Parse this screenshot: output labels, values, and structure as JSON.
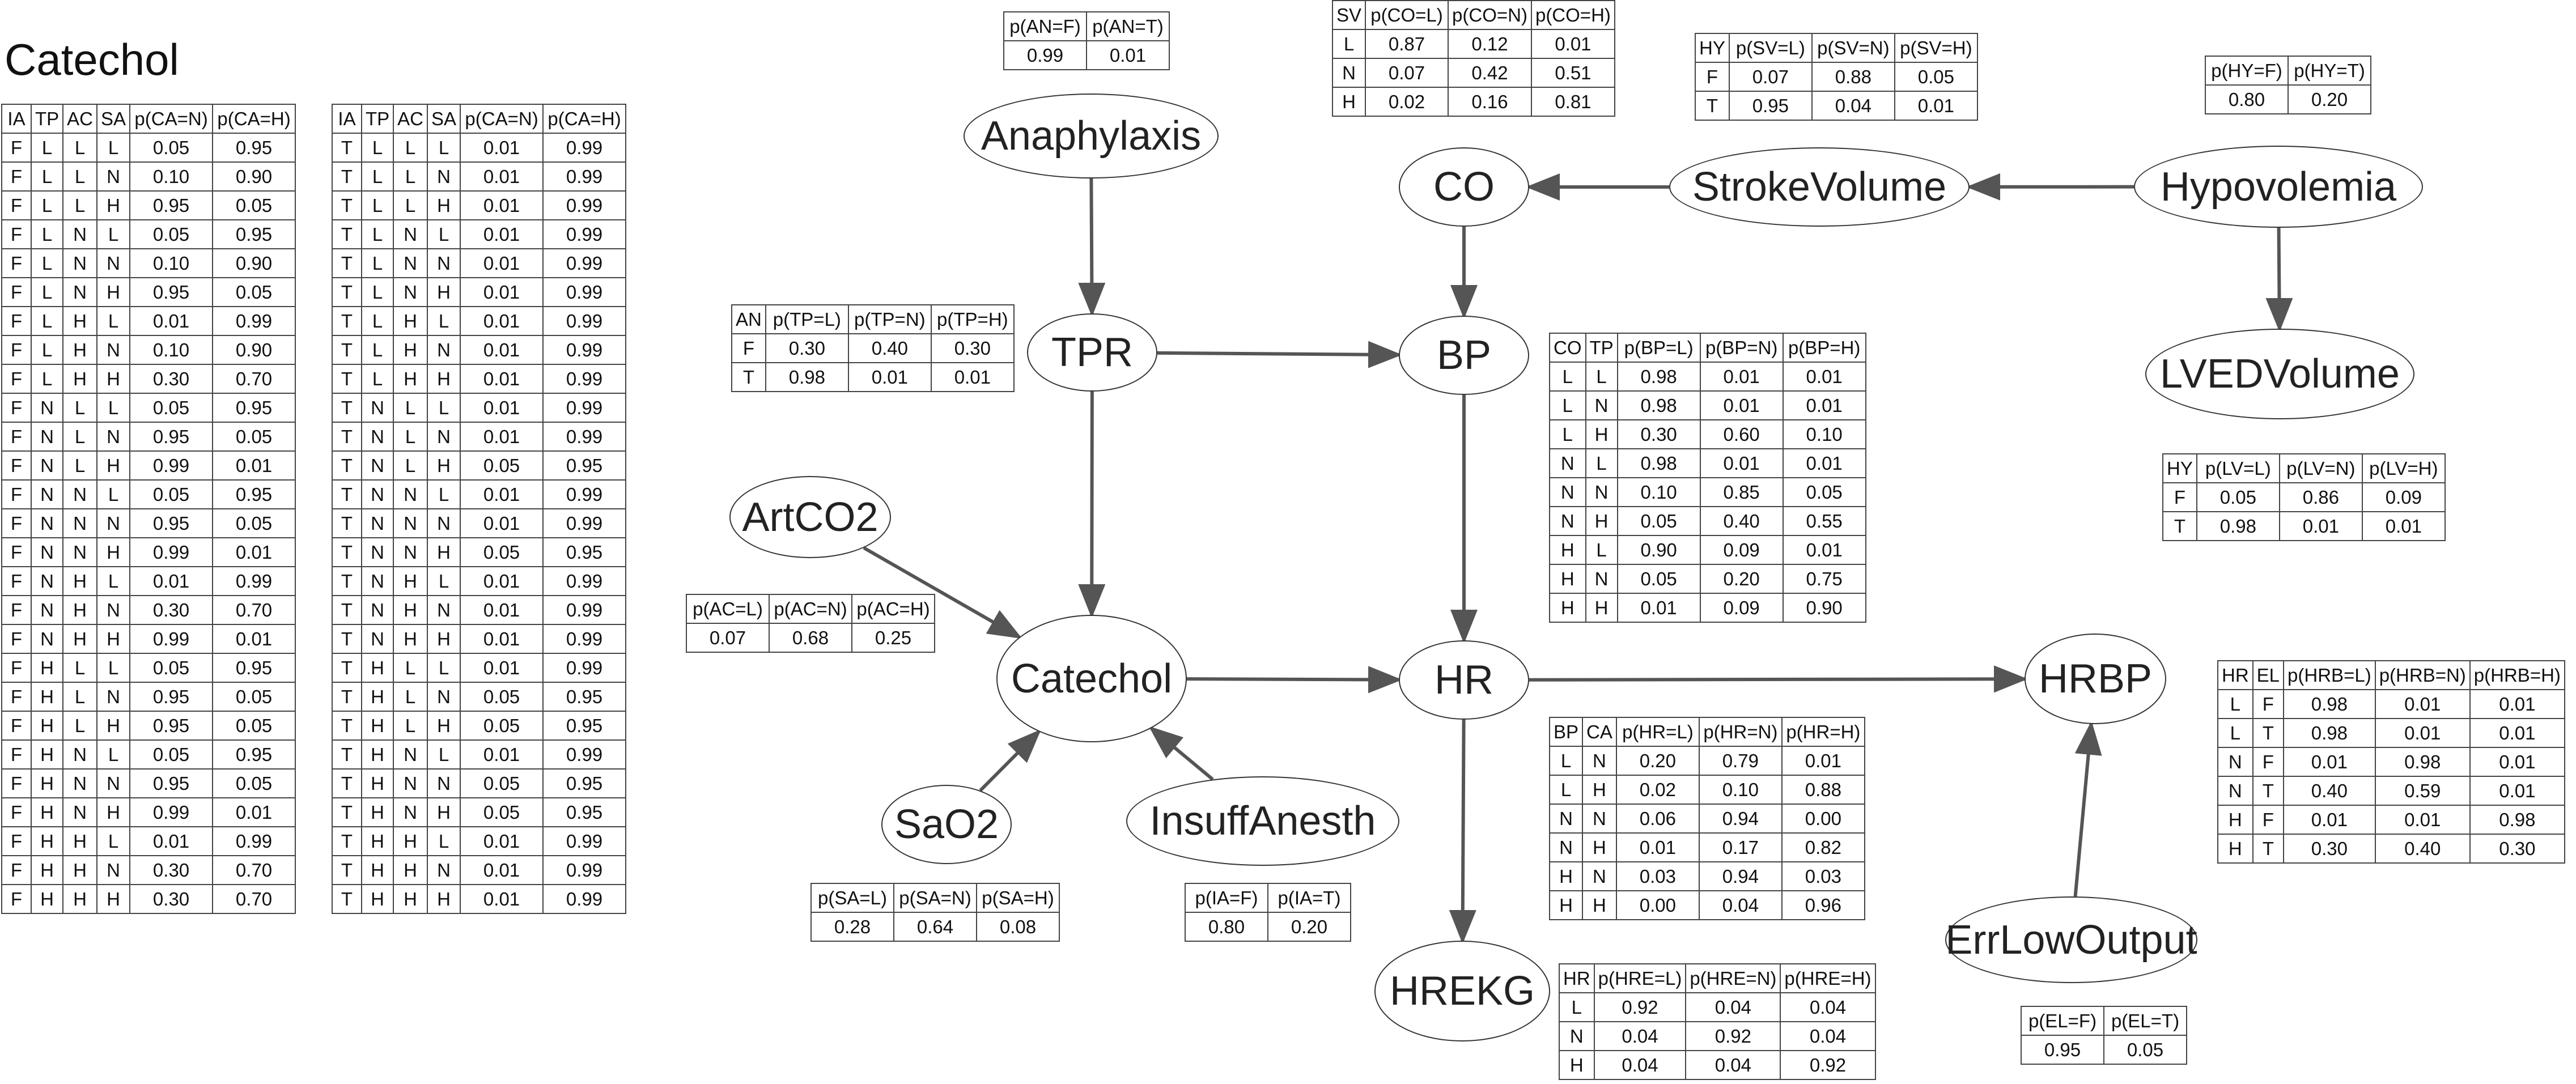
{
  "title": "Catechol",
  "nodes": {
    "anaphylaxis": "Anaphylaxis",
    "tpr": "TPR",
    "artco2": "ArtCO2",
    "catechol": "Catechol",
    "sao2": "SaO2",
    "insuffanesth": "InsuffAnesth",
    "co": "CO",
    "bp": "BP",
    "hr": "HR",
    "hrekg": "HREKG",
    "strokevolume": "StrokeVolume",
    "hypovolemia": "Hypovolemia",
    "lvedvolume": "LVEDVolume",
    "hrbp": "HRBP",
    "errlowoutput": "ErrLowOutput"
  },
  "edges": [
    [
      "Anaphylaxis",
      "TPR"
    ],
    [
      "TPR",
      "BP"
    ],
    [
      "TPR",
      "Catechol"
    ],
    [
      "ArtCO2",
      "Catechol"
    ],
    [
      "SaO2",
      "Catechol"
    ],
    [
      "InsuffAnesth",
      "Catechol"
    ],
    [
      "Catechol",
      "HR"
    ],
    [
      "CO",
      "BP"
    ],
    [
      "BP",
      "HR"
    ],
    [
      "HR",
      "HRBP"
    ],
    [
      "HR",
      "HREKG"
    ],
    [
      "StrokeVolume",
      "CO"
    ],
    [
      "Hypovolemia",
      "StrokeVolume"
    ],
    [
      "Hypovolemia",
      "LVEDVolume"
    ],
    [
      "ErrLowOutput",
      "HRBP"
    ]
  ],
  "tables": {
    "ca1": {
      "header": [
        "IA",
        "TP",
        "AC",
        "SA",
        "p(CA=N)",
        "p(CA=H)"
      ],
      "rows": [
        [
          "F",
          "L",
          "L",
          "L",
          "0.05",
          "0.95"
        ],
        [
          "F",
          "L",
          "L",
          "N",
          "0.10",
          "0.90"
        ],
        [
          "F",
          "L",
          "L",
          "H",
          "0.95",
          "0.05"
        ],
        [
          "F",
          "L",
          "N",
          "L",
          "0.05",
          "0.95"
        ],
        [
          "F",
          "L",
          "N",
          "N",
          "0.10",
          "0.90"
        ],
        [
          "F",
          "L",
          "N",
          "H",
          "0.95",
          "0.05"
        ],
        [
          "F",
          "L",
          "H",
          "L",
          "0.01",
          "0.99"
        ],
        [
          "F",
          "L",
          "H",
          "N",
          "0.10",
          "0.90"
        ],
        [
          "F",
          "L",
          "H",
          "H",
          "0.30",
          "0.70"
        ],
        [
          "F",
          "N",
          "L",
          "L",
          "0.05",
          "0.95"
        ],
        [
          "F",
          "N",
          "L",
          "N",
          "0.95",
          "0.05"
        ],
        [
          "F",
          "N",
          "L",
          "H",
          "0.99",
          "0.01"
        ],
        [
          "F",
          "N",
          "N",
          "L",
          "0.05",
          "0.95"
        ],
        [
          "F",
          "N",
          "N",
          "N",
          "0.95",
          "0.05"
        ],
        [
          "F",
          "N",
          "N",
          "H",
          "0.99",
          "0.01"
        ],
        [
          "F",
          "N",
          "H",
          "L",
          "0.01",
          "0.99"
        ],
        [
          "F",
          "N",
          "H",
          "N",
          "0.30",
          "0.70"
        ],
        [
          "F",
          "N",
          "H",
          "H",
          "0.99",
          "0.01"
        ],
        [
          "F",
          "H",
          "L",
          "L",
          "0.05",
          "0.95"
        ],
        [
          "F",
          "H",
          "L",
          "N",
          "0.95",
          "0.05"
        ],
        [
          "F",
          "H",
          "L",
          "H",
          "0.95",
          "0.05"
        ],
        [
          "F",
          "H",
          "N",
          "L",
          "0.05",
          "0.95"
        ],
        [
          "F",
          "H",
          "N",
          "N",
          "0.95",
          "0.05"
        ],
        [
          "F",
          "H",
          "N",
          "H",
          "0.99",
          "0.01"
        ],
        [
          "F",
          "H",
          "H",
          "L",
          "0.01",
          "0.99"
        ],
        [
          "F",
          "H",
          "H",
          "N",
          "0.30",
          "0.70"
        ],
        [
          "F",
          "H",
          "H",
          "H",
          "0.30",
          "0.70"
        ]
      ]
    },
    "ca2": {
      "header": [
        "IA",
        "TP",
        "AC",
        "SA",
        "p(CA=N)",
        "p(CA=H)"
      ],
      "rows": [
        [
          "T",
          "L",
          "L",
          "L",
          "0.01",
          "0.99"
        ],
        [
          "T",
          "L",
          "L",
          "N",
          "0.01",
          "0.99"
        ],
        [
          "T",
          "L",
          "L",
          "H",
          "0.01",
          "0.99"
        ],
        [
          "T",
          "L",
          "N",
          "L",
          "0.01",
          "0.99"
        ],
        [
          "T",
          "L",
          "N",
          "N",
          "0.01",
          "0.99"
        ],
        [
          "T",
          "L",
          "N",
          "H",
          "0.01",
          "0.99"
        ],
        [
          "T",
          "L",
          "H",
          "L",
          "0.01",
          "0.99"
        ],
        [
          "T",
          "L",
          "H",
          "N",
          "0.01",
          "0.99"
        ],
        [
          "T",
          "L",
          "H",
          "H",
          "0.01",
          "0.99"
        ],
        [
          "T",
          "N",
          "L",
          "L",
          "0.01",
          "0.99"
        ],
        [
          "T",
          "N",
          "L",
          "N",
          "0.01",
          "0.99"
        ],
        [
          "T",
          "N",
          "L",
          "H",
          "0.05",
          "0.95"
        ],
        [
          "T",
          "N",
          "N",
          "L",
          "0.01",
          "0.99"
        ],
        [
          "T",
          "N",
          "N",
          "N",
          "0.01",
          "0.99"
        ],
        [
          "T",
          "N",
          "N",
          "H",
          "0.05",
          "0.95"
        ],
        [
          "T",
          "N",
          "H",
          "L",
          "0.01",
          "0.99"
        ],
        [
          "T",
          "N",
          "H",
          "N",
          "0.01",
          "0.99"
        ],
        [
          "T",
          "N",
          "H",
          "H",
          "0.01",
          "0.99"
        ],
        [
          "T",
          "H",
          "L",
          "L",
          "0.01",
          "0.99"
        ],
        [
          "T",
          "H",
          "L",
          "N",
          "0.05",
          "0.95"
        ],
        [
          "T",
          "H",
          "L",
          "H",
          "0.05",
          "0.95"
        ],
        [
          "T",
          "H",
          "N",
          "L",
          "0.01",
          "0.99"
        ],
        [
          "T",
          "H",
          "N",
          "N",
          "0.05",
          "0.95"
        ],
        [
          "T",
          "H",
          "N",
          "H",
          "0.05",
          "0.95"
        ],
        [
          "T",
          "H",
          "H",
          "L",
          "0.01",
          "0.99"
        ],
        [
          "T",
          "H",
          "H",
          "N",
          "0.01",
          "0.99"
        ],
        [
          "T",
          "H",
          "H",
          "H",
          "0.01",
          "0.99"
        ]
      ]
    },
    "an": {
      "header": [
        "p(AN=F)",
        "p(AN=T)"
      ],
      "rows": [
        [
          "0.99",
          "0.01"
        ]
      ]
    },
    "tp": {
      "header": [
        "AN",
        "p(TP=L)",
        "p(TP=N)",
        "p(TP=H)"
      ],
      "rows": [
        [
          "F",
          "0.30",
          "0.40",
          "0.30"
        ],
        [
          "T",
          "0.98",
          "0.01",
          "0.01"
        ]
      ]
    },
    "ac": {
      "header": [
        "p(AC=L)",
        "p(AC=N)",
        "p(AC=H)"
      ],
      "rows": [
        [
          "0.07",
          "0.68",
          "0.25"
        ]
      ]
    },
    "sa": {
      "header": [
        "p(SA=L)",
        "p(SA=N)",
        "p(SA=H)"
      ],
      "rows": [
        [
          "0.28",
          "0.64",
          "0.08"
        ]
      ]
    },
    "ia": {
      "header": [
        "p(IA=F)",
        "p(IA=T)"
      ],
      "rows": [
        [
          "0.80",
          "0.20"
        ]
      ]
    },
    "co": {
      "header": [
        "SV",
        "p(CO=L)",
        "p(CO=N)",
        "p(CO=H)"
      ],
      "rows": [
        [
          "L",
          "0.87",
          "0.12",
          "0.01"
        ],
        [
          "N",
          "0.07",
          "0.42",
          "0.51"
        ],
        [
          "H",
          "0.02",
          "0.16",
          "0.81"
        ]
      ]
    },
    "sv": {
      "header": [
        "HY",
        "p(SV=L)",
        "p(SV=N)",
        "p(SV=H)"
      ],
      "rows": [
        [
          "F",
          "0.07",
          "0.88",
          "0.05"
        ],
        [
          "T",
          "0.95",
          "0.04",
          "0.01"
        ]
      ]
    },
    "hy": {
      "header": [
        "p(HY=F)",
        "p(HY=T)"
      ],
      "rows": [
        [
          "0.80",
          "0.20"
        ]
      ]
    },
    "bp": {
      "header": [
        "CO",
        "TP",
        "p(BP=L)",
        "p(BP=N)",
        "p(BP=H)"
      ],
      "rows": [
        [
          "L",
          "L",
          "0.98",
          "0.01",
          "0.01"
        ],
        [
          "L",
          "N",
          "0.98",
          "0.01",
          "0.01"
        ],
        [
          "L",
          "H",
          "0.30",
          "0.60",
          "0.10"
        ],
        [
          "N",
          "L",
          "0.98",
          "0.01",
          "0.01"
        ],
        [
          "N",
          "N",
          "0.10",
          "0.85",
          "0.05"
        ],
        [
          "N",
          "H",
          "0.05",
          "0.40",
          "0.55"
        ],
        [
          "H",
          "L",
          "0.90",
          "0.09",
          "0.01"
        ],
        [
          "H",
          "N",
          "0.05",
          "0.20",
          "0.75"
        ],
        [
          "H",
          "H",
          "0.01",
          "0.09",
          "0.90"
        ]
      ]
    },
    "hr": {
      "header": [
        "BP",
        "CA",
        "p(HR=L)",
        "p(HR=N)",
        "p(HR=H)"
      ],
      "rows": [
        [
          "L",
          "N",
          "0.20",
          "0.79",
          "0.01"
        ],
        [
          "L",
          "H",
          "0.02",
          "0.10",
          "0.88"
        ],
        [
          "N",
          "N",
          "0.06",
          "0.94",
          "0.00"
        ],
        [
          "N",
          "H",
          "0.01",
          "0.17",
          "0.82"
        ],
        [
          "H",
          "N",
          "0.03",
          "0.94",
          "0.03"
        ],
        [
          "H",
          "H",
          "0.00",
          "0.04",
          "0.96"
        ]
      ]
    },
    "hre": {
      "header": [
        "HR",
        "p(HRE=L)",
        "p(HRE=N)",
        "p(HRE=H)"
      ],
      "rows": [
        [
          "L",
          "0.92",
          "0.04",
          "0.04"
        ],
        [
          "N",
          "0.04",
          "0.92",
          "0.04"
        ],
        [
          "H",
          "0.04",
          "0.04",
          "0.92"
        ]
      ]
    },
    "lv": {
      "header": [
        "HY",
        "p(LV=L)",
        "p(LV=N)",
        "p(LV=H)"
      ],
      "rows": [
        [
          "F",
          "0.05",
          "0.86",
          "0.09"
        ],
        [
          "T",
          "0.98",
          "0.01",
          "0.01"
        ]
      ]
    },
    "hrb": {
      "header": [
        "HR",
        "EL",
        "p(HRB=L)",
        "p(HRB=N)",
        "p(HRB=H)"
      ],
      "rows": [
        [
          "L",
          "F",
          "0.98",
          "0.01",
          "0.01"
        ],
        [
          "L",
          "T",
          "0.98",
          "0.01",
          "0.01"
        ],
        [
          "N",
          "F",
          "0.01",
          "0.98",
          "0.01"
        ],
        [
          "N",
          "T",
          "0.40",
          "0.59",
          "0.01"
        ],
        [
          "H",
          "F",
          "0.01",
          "0.01",
          "0.98"
        ],
        [
          "H",
          "T",
          "0.30",
          "0.40",
          "0.30"
        ]
      ]
    },
    "el": {
      "header": [
        "p(EL=F)",
        "p(EL=T)"
      ],
      "rows": [
        [
          "0.95",
          "0.05"
        ]
      ]
    }
  }
}
